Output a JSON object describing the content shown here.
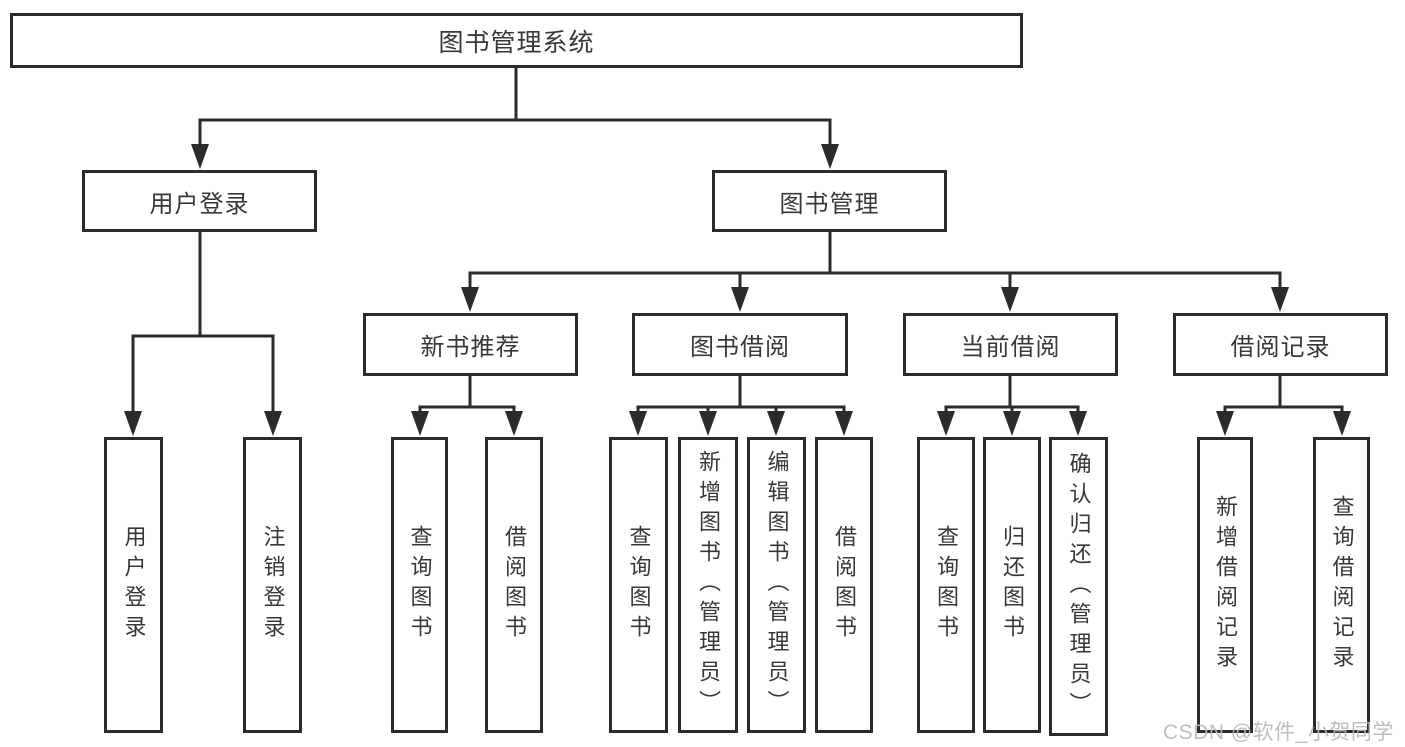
{
  "colors": {
    "line": "#2b2b2b",
    "text": "#383838",
    "watermark": "#b8b8b8"
  },
  "watermark": {
    "text": "CSDN @软件_小贺同学"
  },
  "tree": {
    "root": {
      "label": "图书管理系统",
      "children": [
        {
          "label": "用户登录",
          "children": [
            {
              "label": "用户登录"
            },
            {
              "label": "注销登录"
            }
          ]
        },
        {
          "label": "图书管理",
          "children": [
            {
              "label": "新书推荐",
              "children": [
                {
                  "label": "查询图书"
                },
                {
                  "label": "借阅图书"
                }
              ]
            },
            {
              "label": "图书借阅",
              "children": [
                {
                  "label": "查询图书"
                },
                {
                  "label": "新增图书（管理员）"
                },
                {
                  "label": "编辑图书（管理员）"
                },
                {
                  "label": "借阅图书"
                }
              ]
            },
            {
              "label": "当前借阅",
              "children": [
                {
                  "label": "查询图书"
                },
                {
                  "label": "归还图书"
                },
                {
                  "label": "确认归还（管理员）"
                }
              ]
            },
            {
              "label": "借阅记录",
              "children": [
                {
                  "label": "新增借阅记录"
                },
                {
                  "label": "查询借阅记录"
                }
              ]
            }
          ]
        }
      ]
    }
  }
}
